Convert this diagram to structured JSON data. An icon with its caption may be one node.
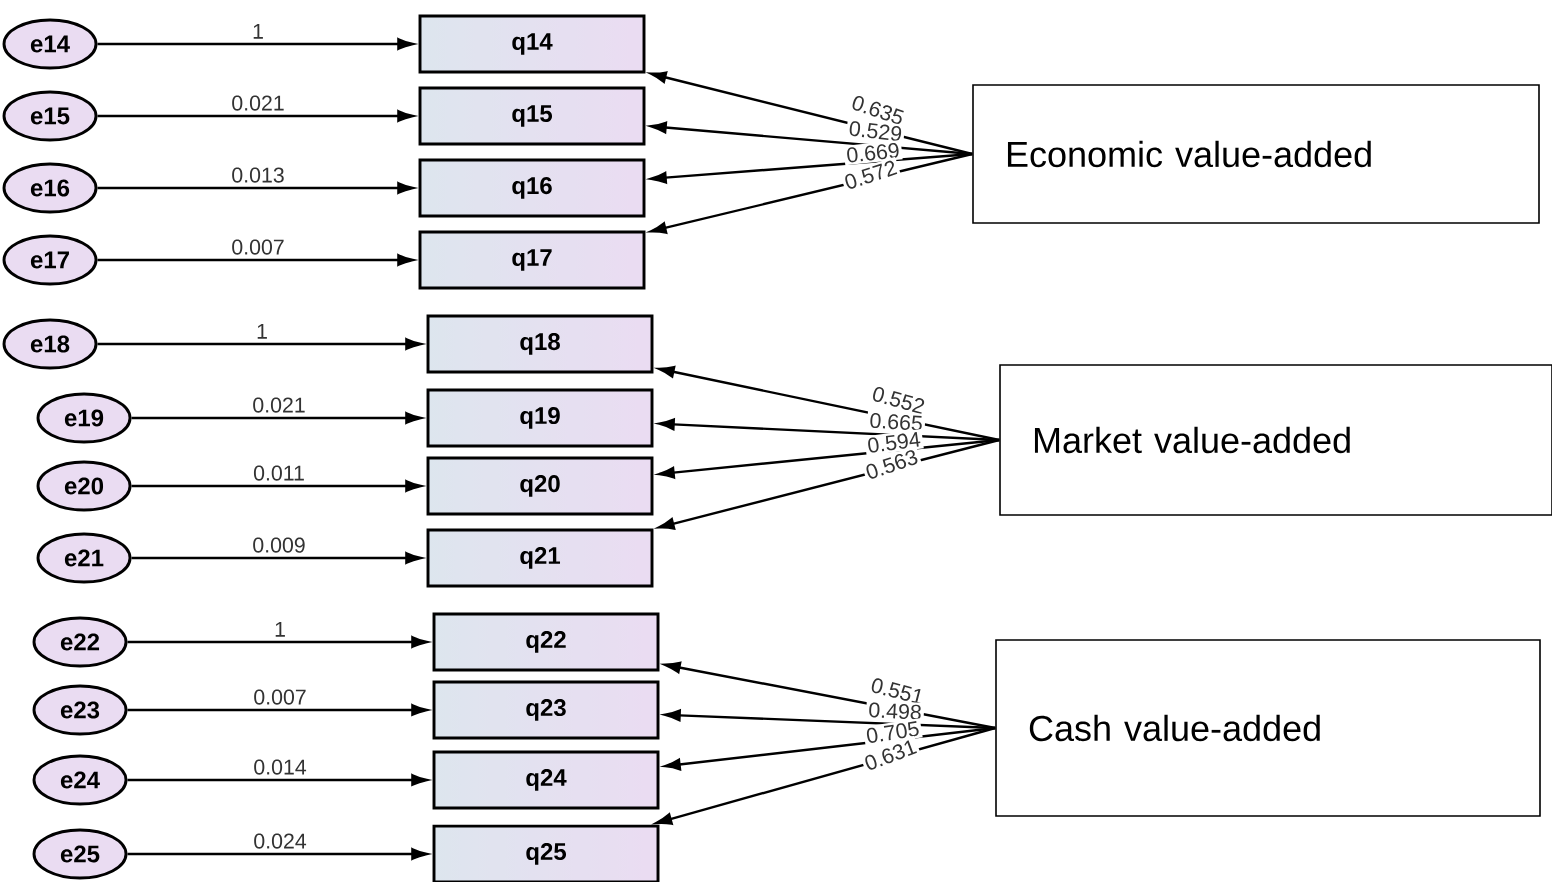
{
  "diagram": {
    "nodes": [
      {
        "text": [
          "e14"
        ]
      },
      {
        "text": [
          "q14"
        ]
      },
      {
        "text": [
          "e15"
        ]
      },
      {
        "text": [
          "q15"
        ]
      },
      {
        "text": [
          "e16"
        ]
      },
      {
        "text": [
          "q16"
        ]
      },
      {
        "text": [
          "e17"
        ]
      },
      {
        "text": [
          "q17"
        ]
      },
      {
        "text": [
          "Economic value-added"
        ]
      },
      {
        "text": [
          "e18"
        ]
      },
      {
        "text": [
          "q18"
        ]
      },
      {
        "text": [
          "e19"
        ]
      },
      {
        "text": [
          "q19"
        ]
      },
      {
        "text": [
          "e20"
        ]
      },
      {
        "text": [
          "q20"
        ]
      },
      {
        "text": [
          "e21"
        ]
      },
      {
        "text": [
          "q21"
        ]
      },
      {
        "text": [
          "Market value-added"
        ]
      },
      {
        "text": [
          "e22"
        ]
      },
      {
        "text": [
          "q22"
        ]
      },
      {
        "text": [
          "e23"
        ]
      },
      {
        "text": [
          "q23"
        ]
      },
      {
        "text": [
          "e24"
        ]
      },
      {
        "text": [
          "q24"
        ]
      },
      {
        "text": [
          "e25"
        ]
      },
      {
        "text": [
          "q25"
        ]
      },
      {
        "text": [
          "Cash value-added"
        ]
      }
    ],
    "edges": [
      {
        "from": 0,
        "to": 1,
        "arrow": "to",
        "label": "1"
      },
      {
        "from": 2,
        "to": 3,
        "arrow": "to",
        "label": "0.021"
      },
      {
        "from": 4,
        "to": 5,
        "arrow": "to",
        "label": "0.013"
      },
      {
        "from": 6,
        "to": 7,
        "arrow": "to",
        "label": "0.007"
      },
      {
        "from": 8,
        "to": 1,
        "arrow": "to",
        "label": "0.635"
      },
      {
        "from": 8,
        "to": 3,
        "arrow": "to",
        "label": "0.529"
      },
      {
        "from": 8,
        "to": 5,
        "arrow": "to",
        "label": "0.669"
      },
      {
        "from": 8,
        "to": 7,
        "arrow": "to",
        "label": "0.572"
      },
      {
        "from": 9,
        "to": 10,
        "arrow": "to",
        "label": "1"
      },
      {
        "from": 11,
        "to": 12,
        "arrow": "to",
        "label": "0.021"
      },
      {
        "from": 13,
        "to": 14,
        "arrow": "to",
        "label": "0.011"
      },
      {
        "from": 15,
        "to": 16,
        "arrow": "to",
        "label": "0.009"
      },
      {
        "from": 17,
        "to": 10,
        "arrow": "to",
        "label": "0.552"
      },
      {
        "from": 17,
        "to": 12,
        "arrow": "to",
        "label": "0.665"
      },
      {
        "from": 17,
        "to": 14,
        "arrow": "to",
        "label": "0.594"
      },
      {
        "from": 17,
        "to": 16,
        "arrow": "to",
        "label": "0.563"
      },
      {
        "from": 18,
        "to": 19,
        "arrow": "to",
        "label": "1"
      },
      {
        "from": 20,
        "to": 21,
        "arrow": "to",
        "label": "0.007"
      },
      {
        "from": 22,
        "to": 23,
        "arrow": "to",
        "label": "0.014"
      },
      {
        "from": 24,
        "to": 25,
        "arrow": "to",
        "label": "0.024"
      },
      {
        "from": 26,
        "to": 19,
        "arrow": "to",
        "label": "0.551"
      },
      {
        "from": 26,
        "to": 21,
        "arrow": "to",
        "label": "0.498"
      },
      {
        "from": 26,
        "to": 23,
        "arrow": "to",
        "label": "0.705"
      },
      {
        "from": 26,
        "to": 25,
        "arrow": "to",
        "label": "0.631"
      }
    ]
  }
}
